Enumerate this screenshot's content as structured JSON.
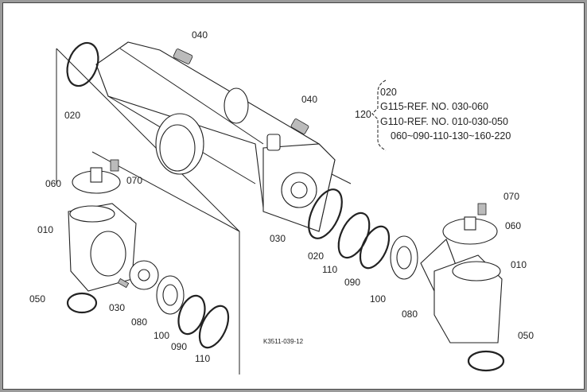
{
  "labels": {
    "top_040": "040",
    "top_020": "020",
    "mid_040": "040",
    "l_070": "070",
    "l_060": "060",
    "l_010": "010",
    "l_050": "050",
    "l_030": "030",
    "l_080": "080",
    "l_100": "100",
    "l_090": "090",
    "l_110": "110",
    "r_030": "030",
    "r_020": "020",
    "r_110": "110",
    "r_090": "090",
    "r_100": "100",
    "r_080": "080",
    "r_070": "070",
    "r_060": "060",
    "r_010": "010",
    "r_050": "050"
  },
  "note": {
    "ref": "120",
    "lines": [
      "020",
      "G115-REF. NO. 030-060",
      "G110-REF. NO. 010-030-050",
      "060~090-110-130~160-220"
    ]
  },
  "drawing_code": "K3511-039-12"
}
